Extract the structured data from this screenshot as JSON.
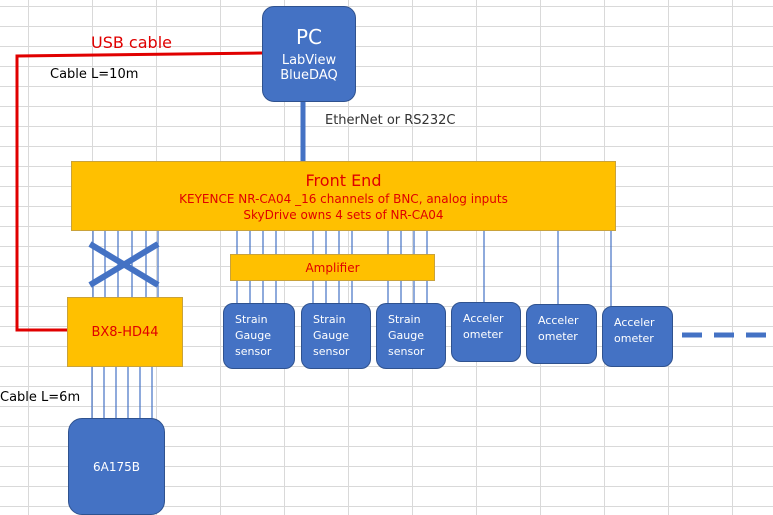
{
  "pc": {
    "title": "PC",
    "line1": "LabView",
    "line2": "BlueDAQ"
  },
  "usb_label": "USB cable",
  "cable_10m": "Cable L=10m",
  "ethernet_label": "EtherNet or RS232C",
  "front_end": {
    "title": "Front End",
    "line1": "KEYENCE NR-CA04 _16 channels of BNC, analog inputs",
    "line2": "SkyDrive owns 4 sets of NR-CA04"
  },
  "amplifier": "Amplifier",
  "bx8": "BX8-HD44",
  "cable_6m": "Cable L=6m",
  "box_6a": "6A175B",
  "strain_sensors": [
    {
      "l1": "Strain",
      "l2": "Gauge",
      "l3": "sensor"
    },
    {
      "l1": "Strain",
      "l2": "Gauge",
      "l3": "sensor"
    },
    {
      "l1": "Strain",
      "l2": "Gauge",
      "l3": "sensor"
    }
  ],
  "accel_sensors": [
    {
      "l1": "Acceler",
      "l2": "ometer"
    },
    {
      "l1": "Acceler",
      "l2": "ometer"
    },
    {
      "l1": "Acceler",
      "l2": "ometer"
    }
  ],
  "colors": {
    "blue": "#4472c4",
    "orange": "#ffc000",
    "red": "#e00000",
    "line": "#4472c4"
  }
}
